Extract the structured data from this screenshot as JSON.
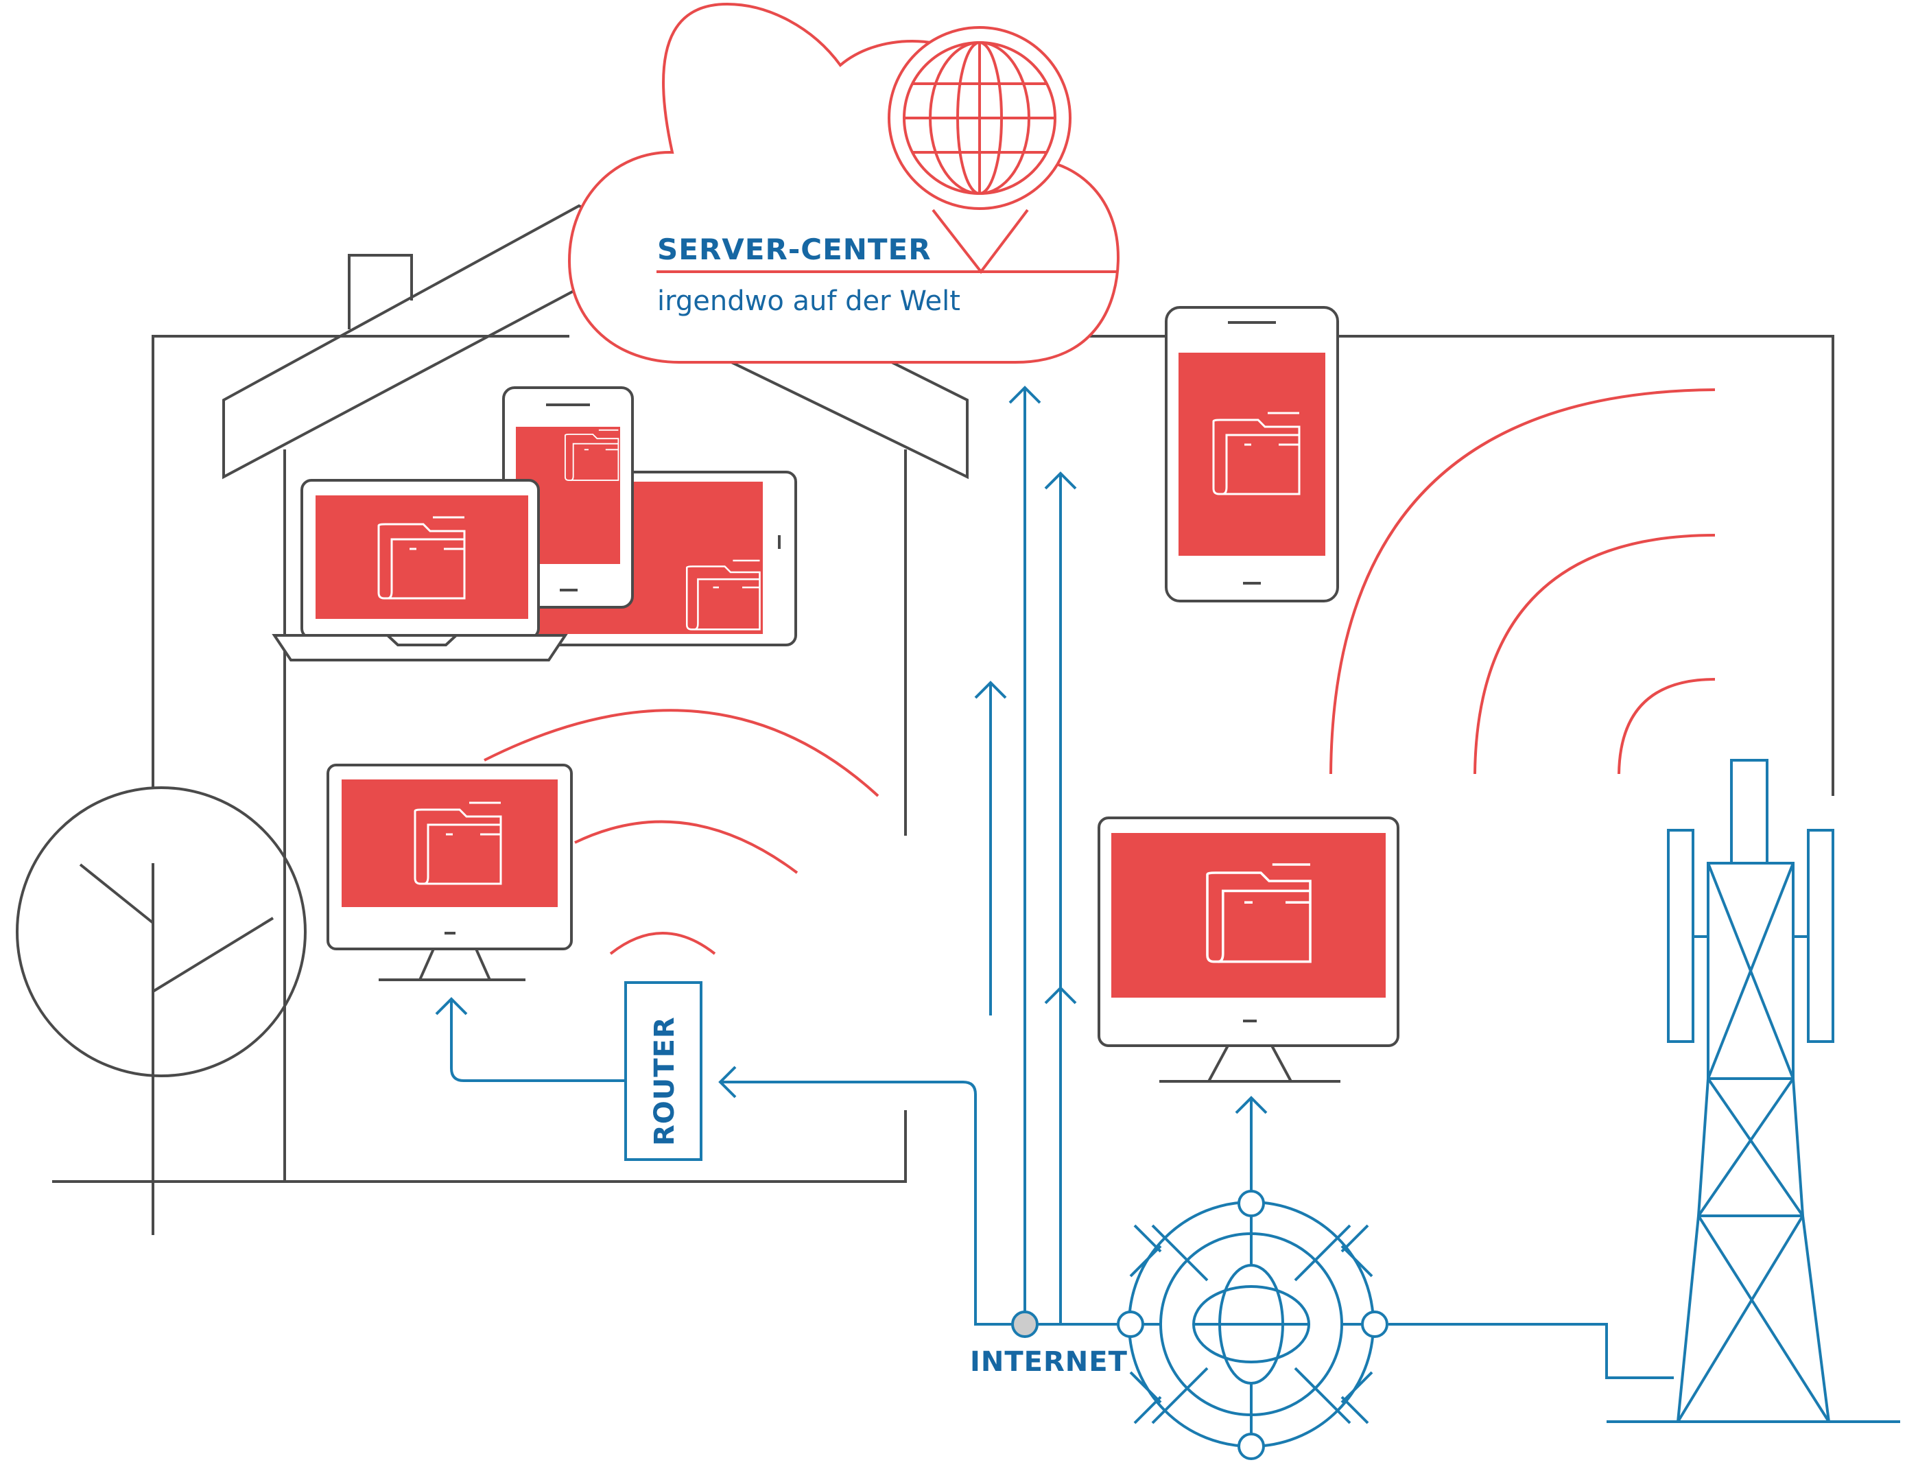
{
  "labels": {
    "server_center_title": "SERVER-CENTER",
    "server_center_subtitle": "irgendwo auf der Welt",
    "router": "ROUTER",
    "internet": "INTERNET"
  },
  "colors": {
    "line_dark": "#4a4a4a",
    "accent_red": "#e84b4b",
    "accent_blue": "#1a7bb0",
    "label_blue": "#1667a3",
    "node_gray": "#cccccc"
  },
  "icons": [
    "cloud-icon",
    "globe-pin-icon",
    "house-icon",
    "tree-icon",
    "laptop-icon",
    "smartphone-icon",
    "tablet-icon",
    "desktop-monitor-icon",
    "folder-icon",
    "router-box-icon",
    "wifi-signal-icon",
    "internet-hub-icon",
    "cell-tower-icon",
    "arrow-up-icon",
    "arrow-left-icon"
  ]
}
